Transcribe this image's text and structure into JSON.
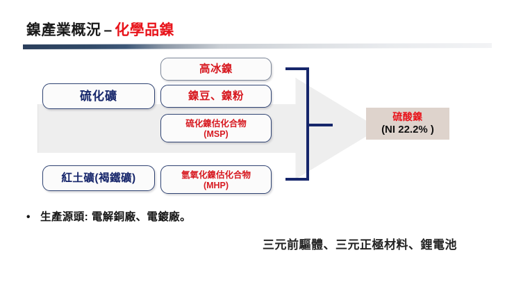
{
  "slide": {
    "title_main": "鎳產業概況",
    "title_dash": "–",
    "title_accent": "化學品鎳",
    "accent_color": "#e8141b",
    "navy_color": "#16266b",
    "red_color": "#d71920",
    "arrow_fill": "#eeeeee",
    "result_fill": "#ded3cc"
  },
  "ores": [
    {
      "label": "硫化礦"
    },
    {
      "label": "紅土礦(褐鐵礦)"
    }
  ],
  "intermediates": [
    {
      "label": "高冰鎳",
      "abbr": ""
    },
    {
      "label": "鎳豆、鎳粉",
      "abbr": ""
    },
    {
      "label": "硫化鎳估化合物",
      "abbr": "(MSP)"
    },
    {
      "label": "氫氧化鎳估化合物",
      "abbr": "(MHP)"
    }
  ],
  "result": {
    "name": "硫酸鎳",
    "grade": "(NI 22.2% )"
  },
  "notes": {
    "bullet_marker": "•",
    "bullet_text": "生產源頭: 電解銅廠、電鍍廠。",
    "footer_text": "三元前驅體、三元正極材料、鋰電池"
  }
}
